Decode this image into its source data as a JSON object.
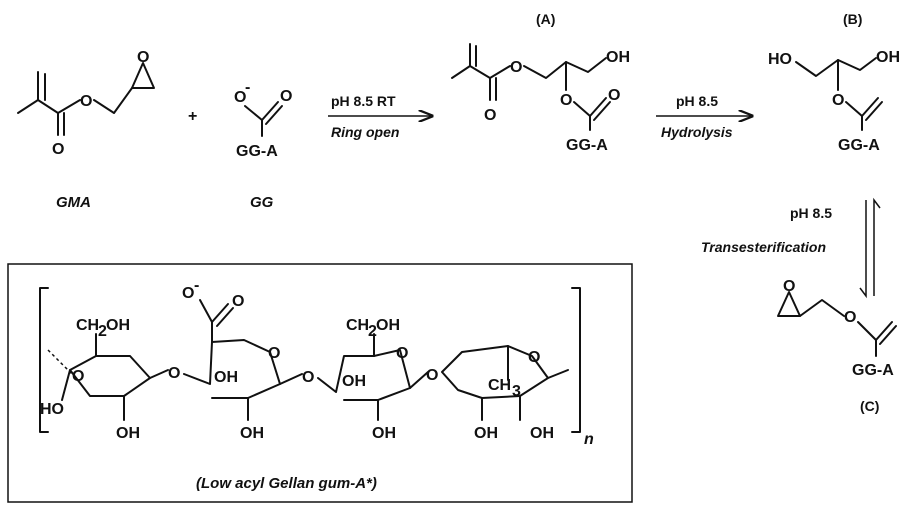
{
  "labels": {
    "stage_a": "(A)",
    "stage_b": "(B)",
    "stage_c": "(C)",
    "gma": "GMA",
    "gg": "GG",
    "plus": "+",
    "gellan_caption": "(Low acyl Gellan gum-A*)"
  },
  "arrows": {
    "ring_open_top": "pH 8.5    RT",
    "ring_open_bottom": "Ring open",
    "hydrolysis_top": "pH 8.5",
    "hydrolysis_bottom": "Hydrolysis",
    "trans_top": "pH 8.5",
    "trans_bottom": "Transesterification"
  },
  "atoms": {
    "oxygen": "O",
    "hydroxyl": "OH",
    "hydroxyl_left": "HO",
    "carboxylate_o": "O",
    "carboxylate_charge": "-",
    "gga": "GG-A",
    "ch2oh_a": "CH",
    "ch2oh_b": "OH",
    "ch2oh_sub": "2",
    "ch3_a": "CH",
    "ch3_sub": "3",
    "repeat_n": "n"
  }
}
